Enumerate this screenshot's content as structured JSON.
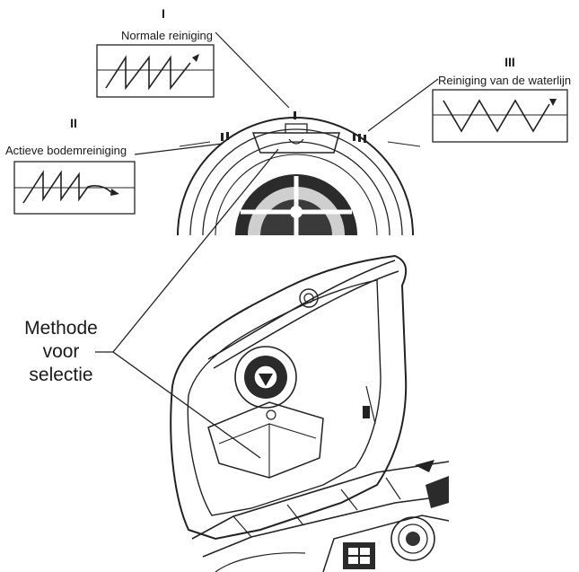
{
  "modes": [
    {
      "numeral": "I",
      "label": "Normale reiniging"
    },
    {
      "numeral": "II",
      "label": "Actieve bodemreiniging"
    },
    {
      "numeral": "III",
      "label": "Reiniging van de waterlijn"
    }
  ],
  "selection_label": {
    "line1": "Methode",
    "line2": "voor",
    "line3": "selectie"
  },
  "colors": {
    "ink": "#1a1a1a",
    "paper": "#ffffff",
    "gray": "#8a8a8a"
  }
}
